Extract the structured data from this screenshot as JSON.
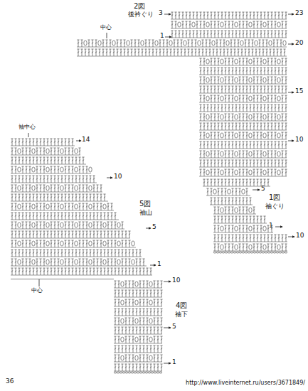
{
  "diagram": {
    "labels": [
      "2図",
      "後衿ぐり",
      "中心",
      "3",
      "23",
      "1",
      "20",
      "15",
      "10",
      "5",
      "1図",
      "袖ぐり",
      "1",
      "10",
      "袖中心",
      "14",
      "10",
      "5図",
      "袖山",
      "5",
      "1",
      "10",
      "4図",
      "袖下",
      "5",
      "1",
      "中心",
      "36",
      "http://www.liveinternet.ru/users/3671849/"
    ]
  }
}
